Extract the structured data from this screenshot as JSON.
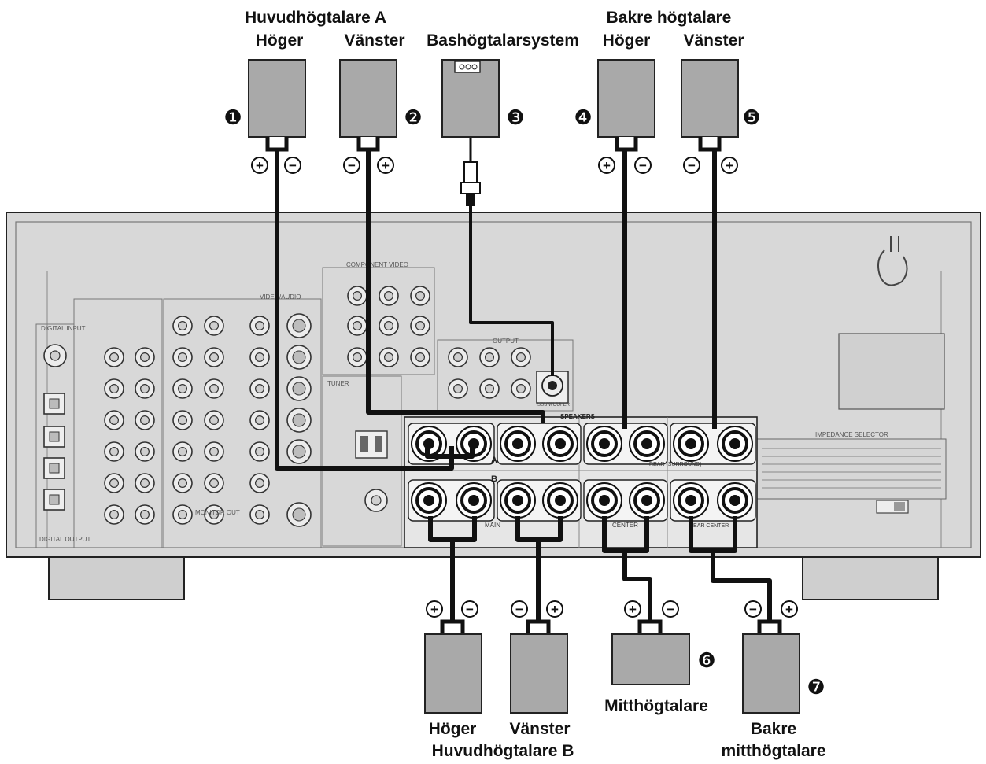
{
  "labels": {
    "main_a_title": "Huvudhögtalare A",
    "main_a_right": "Höger",
    "main_a_left": "Vänster",
    "subwoofer": "Bashögtalarsystem",
    "rear_title": "Bakre högtalare",
    "rear_right": "Höger",
    "rear_left": "Vänster",
    "main_b_right": "Höger",
    "main_b_left": "Vänster",
    "main_b_title": "Huvudhögtalare B",
    "center": "Mitthögtalare",
    "rear_center_1": "Bakre",
    "rear_center_2": "mitthögtalare"
  },
  "markers": [
    "❶",
    "❷",
    "❸",
    "❹",
    "❺",
    "❻",
    "❼"
  ],
  "polarity": {
    "plus": "+",
    "minus": "−"
  },
  "panel": {
    "component_video": "COMPONENT VIDEO",
    "video_audio": "VIDEO/AUDIO",
    "digital_input": "DIGITAL INPUT",
    "digital_output": "DIGITAL OUTPUT",
    "output": "OUTPUT",
    "tuner": "TUNER",
    "speakers": "SPEAKERS",
    "impedance_selector": "IMPEDANCE SELECTOR",
    "rear_surround": "REAR (SURROUND)",
    "main": "MAIN",
    "center": "CENTER",
    "rear_center": "REAR CENTER",
    "sub_woofer": "SUB WOOFER",
    "monitor_out": "MONITOR OUT",
    "a": "A",
    "b": "B"
  },
  "colors": {
    "panel": "#d8d8d8",
    "speaker": "#a9a9a9",
    "wire": "#111111",
    "outline": "#222222"
  }
}
